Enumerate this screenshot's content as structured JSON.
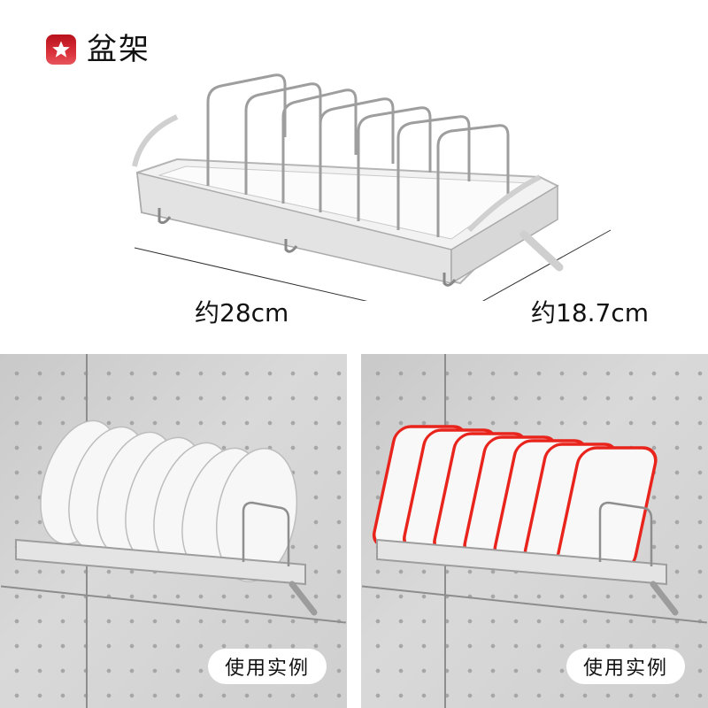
{
  "header": {
    "icon": "star-icon",
    "badge_color": "#c8202a",
    "title": "盆架"
  },
  "product": {
    "dimensions": {
      "length": "约28cm",
      "width": "约18.7cm"
    }
  },
  "examples": [
    {
      "label": "使用实例",
      "plate_style": "round white plates",
      "accent_color": "#ffffff"
    },
    {
      "label": "使用实例",
      "plate_style": "square white plates with red rim",
      "accent_color": "#e8241c"
    }
  ]
}
